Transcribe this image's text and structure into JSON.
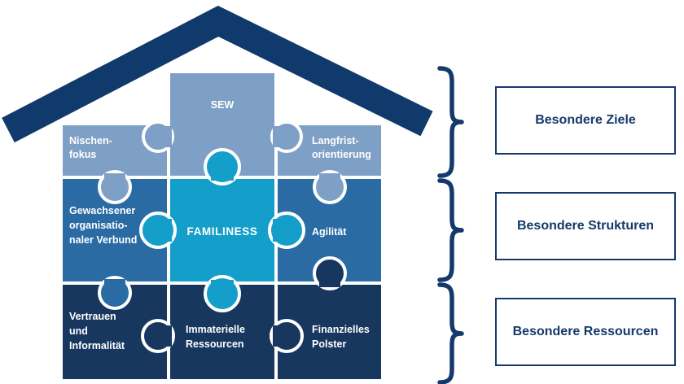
{
  "palette": {
    "navy": "#15396B",
    "roof": "#0F3A6B",
    "row_top": "#7FA0C6",
    "row_middle": "#2A6BA4",
    "row_bottom": "#17375F",
    "familiness": "#149FCB",
    "piece_outline": "#FFFFFF",
    "background": "#FFFFFF"
  },
  "house": {
    "pieces": {
      "nischenfokus": {
        "lines": [
          "Nischen-",
          "fokus"
        ]
      },
      "sew": {
        "lines": [
          "SEW"
        ]
      },
      "langfristorientierung": {
        "lines": [
          "Langfrist-",
          "orientierung"
        ]
      },
      "gewachsener_verbund": {
        "lines": [
          "Gewachsener",
          "organisatio-",
          "naler Verbund"
        ]
      },
      "familiness": {
        "lines": [
          "FAMILINESS"
        ]
      },
      "agilitaet": {
        "lines": [
          "Agilität"
        ]
      },
      "vertrauen_informalitaet": {
        "lines": [
          "Vertrauen",
          "und",
          "Informalität"
        ]
      },
      "immaterielle_ressourcen": {
        "lines": [
          "Immaterielle",
          "Ressourcen"
        ]
      },
      "finanzielles_polster": {
        "lines": [
          "Finanzielles",
          "Polster"
        ]
      }
    }
  },
  "legend": {
    "boxes": [
      {
        "id": "ziele",
        "label": "Besondere Ziele"
      },
      {
        "id": "strukturen",
        "label": "Besondere Strukturen"
      },
      {
        "id": "ressourcen",
        "label": "Besondere Ressourcen"
      }
    ]
  }
}
